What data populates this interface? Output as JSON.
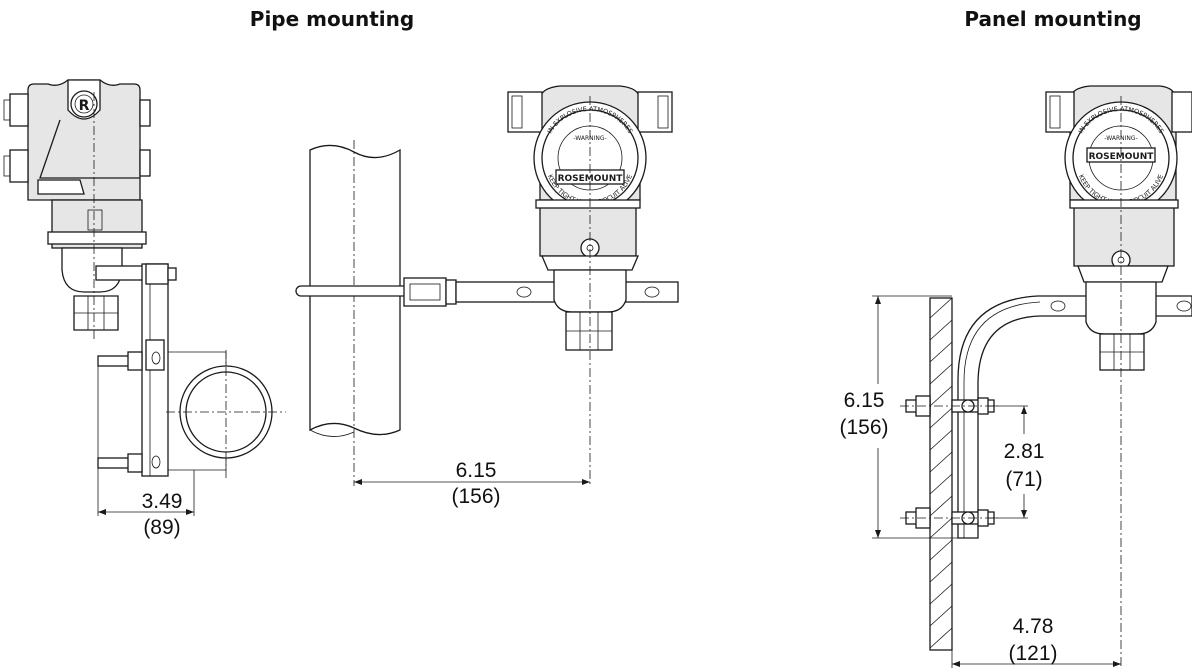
{
  "titles": {
    "pipe": "Pipe mounting",
    "panel": "Panel mounting"
  },
  "dimensions": {
    "pipe_side_width_in": "3.49",
    "pipe_side_width_mm": "(89)",
    "pipe_front_offset_in": "6.15",
    "pipe_front_offset_mm": "(156)",
    "panel_height_in": "6.15",
    "panel_height_mm": "(156)",
    "panel_bolt_spacing_in": "2.81",
    "panel_bolt_spacing_mm": "(71)",
    "panel_offset_in": "4.78",
    "panel_offset_mm": "(121)"
  },
  "housing_text": {
    "brand": "ROSEMOUNT",
    "warning": "-WARNING-",
    "ring_top": "IN EXPLOSIVE ATMOSPHERES",
    "ring_bottom": "KEEP TIGHT WHEN CIRCUIT ALIVE"
  }
}
